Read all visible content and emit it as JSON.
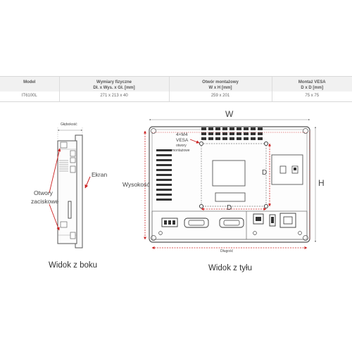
{
  "spec_table": {
    "columns": [
      {
        "header": [
          "Model"
        ],
        "value": "IT6100L"
      },
      {
        "header": [
          "Wymiary fizyczne",
          "Dł. x Wys. x Gł. [mm]"
        ],
        "value": "271 x 213 x 40"
      },
      {
        "header": [
          "Otwór montażowy",
          "W x H [mm]"
        ],
        "value": "259 x 201"
      },
      {
        "header": [
          "Montaż VESA",
          "D x D [mm]"
        ],
        "value": "75 x 75"
      }
    ]
  },
  "side_view": {
    "depth_label": "Głębokość",
    "screen_label": "Ekran",
    "holes_label_line1": "Otwory",
    "holes_label_line2": "zaciskowe",
    "caption": "Widok z boku"
  },
  "rear_view": {
    "width_letter": "W",
    "height_letter": "H",
    "height_label": "Wysokość",
    "length_label": "Długość",
    "vesa_line1": "4×M4",
    "vesa_line2": "VESA",
    "vesa_line3": "otwory",
    "vesa_line4": "montażowe",
    "d_horizontal": "D",
    "d_vertical": "D",
    "caption": "Widok z tyłu"
  },
  "colors": {
    "outline": "#555555",
    "arrow_red": "#cc1f1f",
    "dim_line": "#8a8a8a"
  }
}
